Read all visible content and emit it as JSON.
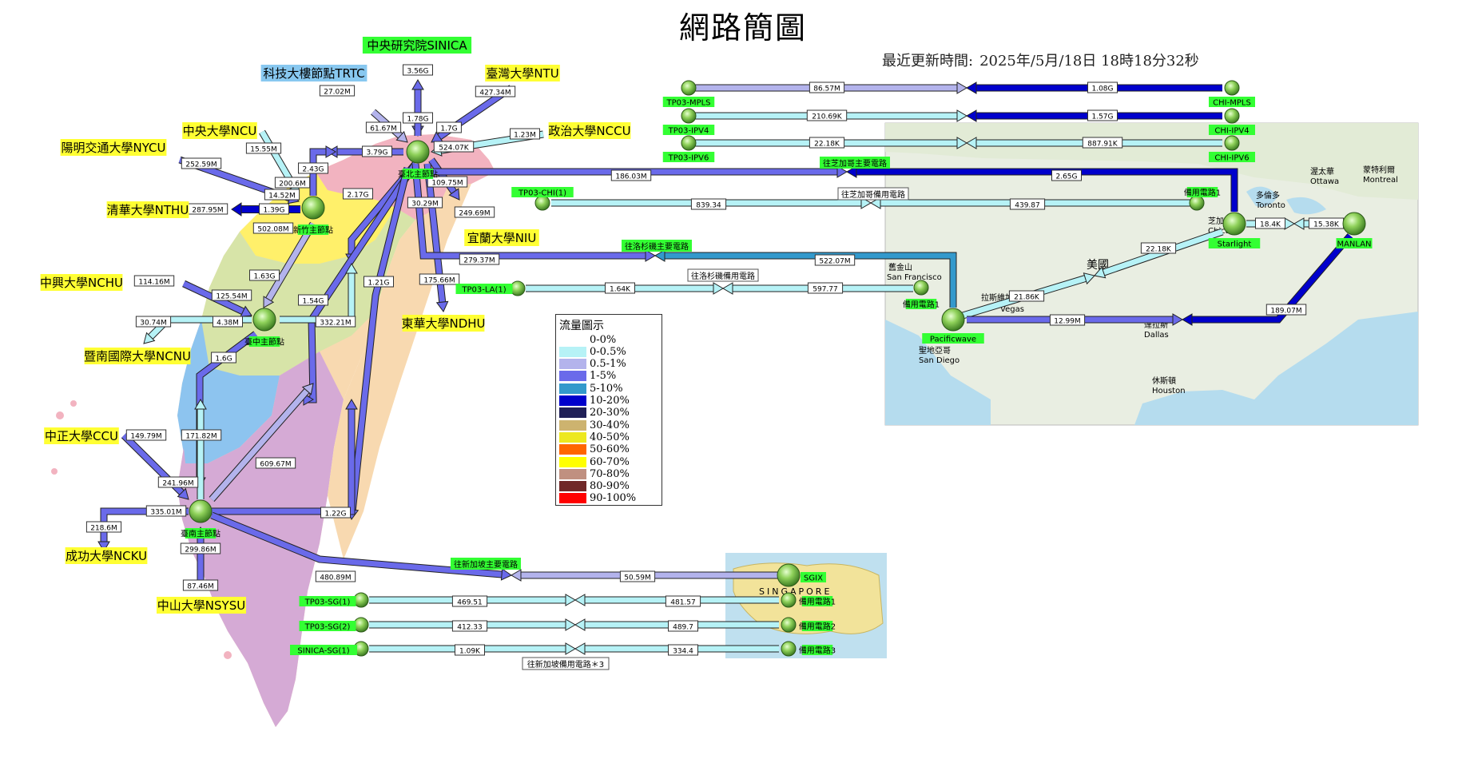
{
  "title": "網路簡圖",
  "updated": {
    "label": "最近更新時間:",
    "value": "2025年/5月/18日 18時18分32秒"
  },
  "sites": {
    "sinica": "中央研究院SINICA",
    "trtc": "科技大樓節點TRTC",
    "ntu": "臺灣大學NTU",
    "ncu": "中央大學NCU",
    "nccu": "政治大學NCCU",
    "nycu": "陽明交通大學NYCU",
    "nthu": "清華大學NTHU",
    "niu": "宜蘭大學NIU",
    "nchu": "中興大學NCHU",
    "ndhu": "東華大學NDHU",
    "ncnu": "暨南國際大學NCNU",
    "ccu": "中正大學CCU",
    "ncku": "成功大學NCKU",
    "nsysu": "中山大學NSYSU"
  },
  "nodes": {
    "taipei": "臺北主節點",
    "hsinchu": "新竹主節點",
    "taichung": "臺中主節點",
    "tainan": "臺南主節點",
    "tp03_mpls": "TP03-MPLS",
    "chi_mpls": "CHI-MPLS",
    "tp03_ipv4": "TP03-IPV4",
    "chi_ipv4": "CHI-IPV4",
    "tp03_ipv6": "TP03-IPV6",
    "chi_ipv6": "CHI-IPV6",
    "tp03_chi1": "TP03-CHI(1)",
    "backup_chi": "備用電路1",
    "starlight": "Starlight",
    "manlan": "MANLAN",
    "tp03_la1": "TP03-LA(1)",
    "backup_la": "備用電路1",
    "pacificwave": "Pacificwave",
    "sgix": "SGIX",
    "tp03_sg1": "TP03-SG(1)",
    "tp03_sg2": "TP03-SG(2)",
    "sinica_sg1": "SINICA-SG(1)",
    "sg_backup1": "備用電路1",
    "sg_backup2": "備用電路2",
    "sg_backup3": "備用電路3"
  },
  "circuits": {
    "chi_main": "往芝加哥主要電路",
    "chi_backup": "往芝加哥備用電路",
    "la_main": "往洛杉磯主要電路",
    "la_backup": "往洛杉磯備用電路",
    "sg_main": "往新加坡主要電路",
    "sg_backup": "往新加坡備用電路＊3"
  },
  "traffic": {
    "sinica_in": "3.56G",
    "sinica_out": "1.78G",
    "trtc_in": "27.02M",
    "trtc_out": "61.67M",
    "ntu_in": "427.34M",
    "ntu_out": "1.7G",
    "nccu_in": "1.23M",
    "nccu_out": "524.07K",
    "taipei_hsinchu_a": "3.79G",
    "taipei_hsinchu_b": "2.43G",
    "ncu_in": "15.55M",
    "ncu_out": "200.6M",
    "nycu_in": "252.59M",
    "nycu_out": "14.52M",
    "nthu_in": "287.95M",
    "nthu_out": "1.39G",
    "niu_in": "109.75M",
    "niu_out": "249.69M",
    "ndhu_in": "30.29M",
    "ndhu_out": "175.66M",
    "taipei_down": "2.17G",
    "hsinchu_taichung": "502.08M",
    "hsinchu_taichung2": "1.63G",
    "taipei_taichung": "1.54G",
    "taichung_taipei": "332.21M",
    "taipei_tainan": "1.21G",
    "nchu_in": "114.16M",
    "nchu_out": "125.54M",
    "ncnu_in": "30.74M",
    "ncnu_out": "4.38M",
    "taichung_tainan": "1.6G",
    "tainan_taichung": "171.82M",
    "tainan_taipei": "609.67M",
    "tainan_taipei2": "1.22G",
    "ccu_in": "149.79M",
    "ccu_out": "241.96M",
    "ncku_in": "218.6M",
    "ncku_out": "335.01M",
    "nsysu_in": "299.86M",
    "nsysu_out": "87.46M",
    "taipei_la": "279.37M",
    "la_taipei": "522.07M",
    "taipei_chi": "186.03M",
    "chi_taipei": "2.65G",
    "sg_out": "480.89M",
    "sg_in": "50.59M",
    "mpls_out": "86.57M",
    "mpls_in": "1.08G",
    "ipv4_out": "210.69K",
    "ipv4_in": "1.57G",
    "ipv6_out": "22.18K",
    "ipv6_in": "887.91K",
    "chi_backup_out": "839.34",
    "chi_backup_in": "439.87",
    "la_backup_out": "1.64K",
    "la_backup_in": "597.77",
    "star_manlan_a": "18.4K",
    "star_manlan_b": "15.38K",
    "star_pw_a": "22.18K",
    "star_pw_b": "21.86K",
    "pw_manlan_a": "12.99M",
    "pw_manlan_b": "189.07M",
    "sg1_out": "469.51",
    "sg1_in": "481.57",
    "sg2_out": "412.33",
    "sg2_in": "489.7",
    "sg3_out": "1.09K",
    "sg3_in": "334.4"
  },
  "map_labels": {
    "usa": "美國",
    "sf_cn": "舊金山",
    "sf": "San Francisco",
    "la_cn": "拉斯維加",
    "vegas": "Vegas",
    "chicago_cn": "芝加哥",
    "chicago": "Chicago",
    "toronto_cn": "多倫多",
    "toronto": "Toronto",
    "ottawa_cn": "渥太華",
    "ottawa": "Ottawa",
    "montreal_cn": "蒙特利爾",
    "montreal": "Montreal",
    "dallas_cn": "達拉斯",
    "dallas": "Dallas",
    "houston_cn": "休斯頓",
    "houston": "Houston",
    "sd_cn": "聖地亞哥",
    "sd": "San Diego",
    "singapore": "SINGAPORE"
  },
  "legend": {
    "title": "流量圖示",
    "items": [
      {
        "label": "0-0%",
        "color": "#ffffff"
      },
      {
        "label": "0-0.5%",
        "color": "#b6f2f6"
      },
      {
        "label": "0.5-1%",
        "color": "#b3b3ec"
      },
      {
        "label": "1-5%",
        "color": "#6a6aea"
      },
      {
        "label": "5-10%",
        "color": "#3399cc"
      },
      {
        "label": "10-20%",
        "color": "#0000cc"
      },
      {
        "label": "20-30%",
        "color": "#202058"
      },
      {
        "label": "30-40%",
        "color": "#cdb36f"
      },
      {
        "label": "40-50%",
        "color": "#ede81f"
      },
      {
        "label": "50-60%",
        "color": "#ff6600"
      },
      {
        "label": "60-70%",
        "color": "#ffff00"
      },
      {
        "label": "70-80%",
        "color": "#c09080"
      },
      {
        "label": "80-90%",
        "color": "#702828"
      },
      {
        "label": "90-100%",
        "color": "#ff0000"
      }
    ]
  },
  "colors": {
    "site_yellow": "#ffff33",
    "site_green": "#33ff33",
    "site_blue": "#88c8f0",
    "map_bg": "#e6ecdf",
    "sea": "#aad8ee"
  }
}
